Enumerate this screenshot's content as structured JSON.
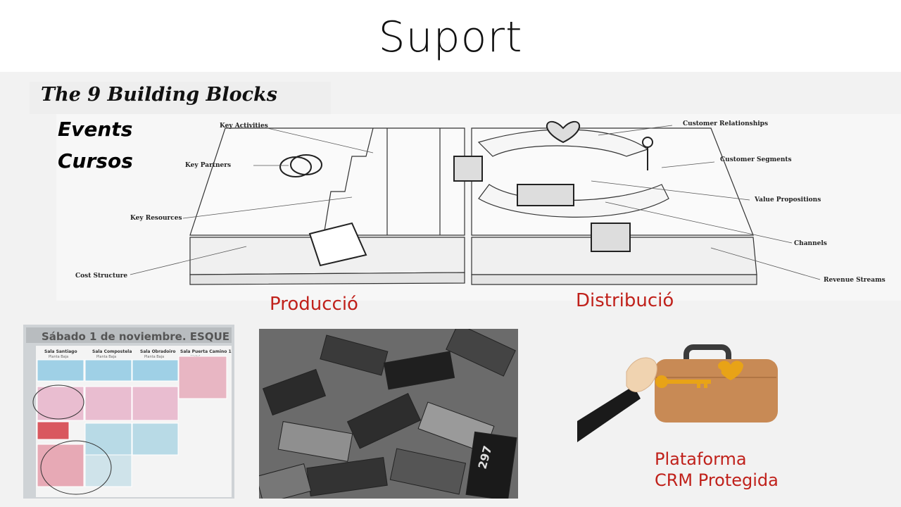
{
  "slide": {
    "title": "Suport"
  },
  "business_model": {
    "title": "The 9 Building Blocks",
    "side_labels": [
      "Events",
      "Cursos"
    ],
    "blocks": {
      "key_activities": "Key Activities",
      "key_partners": "Key Partners",
      "key_resources": "Key Resources",
      "cost_structure": "Cost Structure",
      "customer_relationships": "Customer Relationships",
      "customer_segments": "Customer Segments",
      "value_propositions": "Value Propositions",
      "channels": "Channels",
      "revenue_streams": "Revenue Streams"
    }
  },
  "sections": {
    "production": "Producció",
    "distribution": "Distribució"
  },
  "schedule_photo": {
    "header": "Sábado 1 de noviembre. ESQUE",
    "rooms": [
      "Sala Santiago",
      "Sala Compostela",
      "Sala Obradoiro",
      "Sala Puerta Camino 1"
    ],
    "room_subs": [
      "Planta Baja",
      "Planta Baja",
      "Planta Baja",
      "Hotel"
    ]
  },
  "tapes_photo": {
    "tape_label": "297"
  },
  "platform": {
    "line1": "Plataforma",
    "line2": "CRM Protegida"
  },
  "colors": {
    "accent_red": "#c0211b",
    "band_gray": "#f2f2f2",
    "briefcase": "#c88a55",
    "key_gold": "#e8a317"
  }
}
